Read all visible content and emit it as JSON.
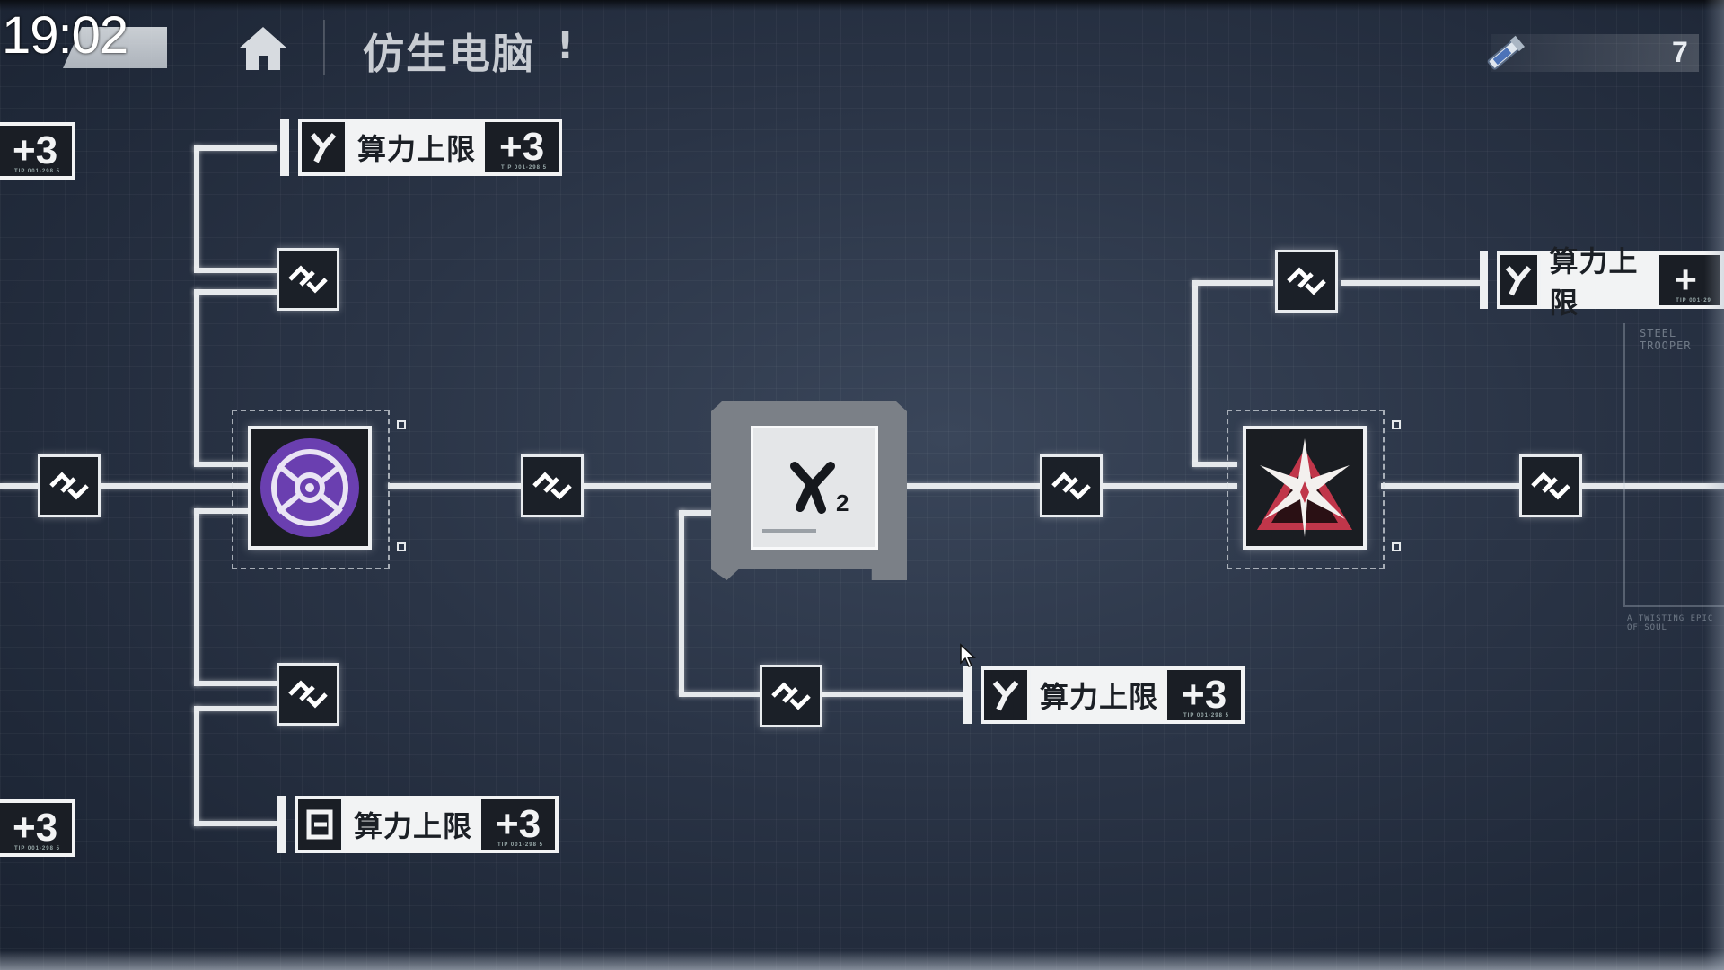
{
  "header": {
    "clock": "19:02",
    "title": "仿生电脑",
    "alert": "!",
    "currency_value": "7"
  },
  "stat_labels": [
    {
      "name": "",
      "bonus": "+3"
    },
    {
      "name": "算力上限",
      "bonus": "+3",
      "icon": "y-icon"
    },
    {
      "name": "算力上限",
      "bonus": "+",
      "icon": "y-icon"
    },
    {
      "name": "算力上限",
      "bonus": "+3",
      "icon": "y-icon"
    },
    {
      "name": "算力上限",
      "bonus": "+3",
      "icon": "b-icon"
    },
    {
      "name": "",
      "bonus": "+3"
    }
  ],
  "decor": {
    "steel_trooper": "STEEL TROOPER",
    "tagline": "A TWISTING EPIC OF SOUL"
  },
  "colors": {
    "background": "#2a3446",
    "line": "#e6e9ec",
    "purple_node": "#7a4fbf",
    "red_node": "#c0364a"
  }
}
